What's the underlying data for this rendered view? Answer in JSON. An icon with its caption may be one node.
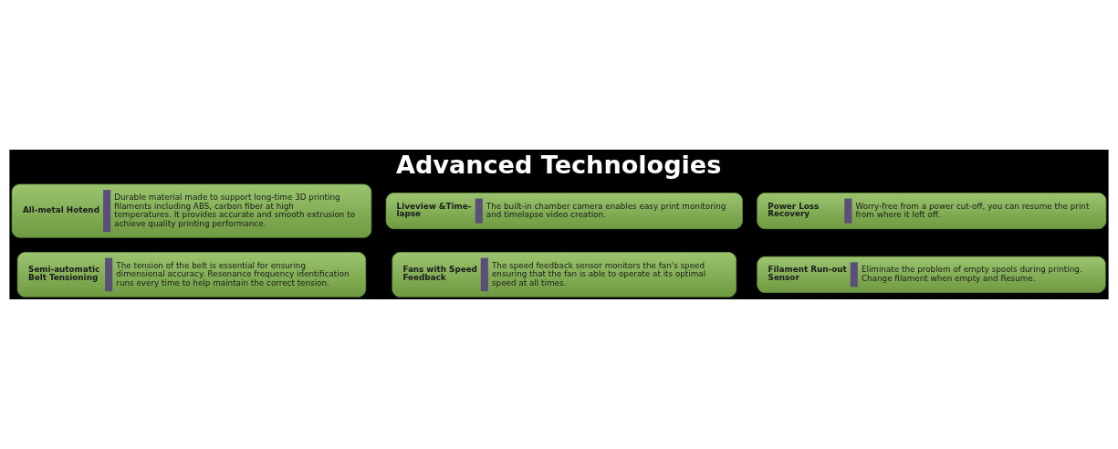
{
  "diagram": {
    "title": "Advanced Technologies",
    "nodes": [
      {
        "text": [
          "All-metal Hotend",
          "Durable material made to support long-time 3D printing filaments including ABS, carbon fiber at high temperatures. It provides accurate and smooth extrusion to achieve quality printing performance."
        ]
      },
      {
        "text": [
          "Filament Run-out Sensor",
          "Eliminate the problem of empty spools during printing. Change filament when empty and Resume."
        ]
      },
      {
        "text": [
          "Power Loss Recovery",
          "Worry-free from a power cut-off, you can resume the print from where it left off."
        ]
      },
      {
        "text": [
          "Semi-automatic Belt Tensioning",
          "The tension of the belt is essential for ensuring dimensional accuracy. Resonance frequency identification runs every time to help maintain the correct tension."
        ]
      },
      {
        "text": [
          "Fans with Speed Feedback",
          "The speed feedback sensor monitors the fan's speed ensuring that the fan is able to operate at its optimal speed at all times."
        ]
      },
      {
        "text": [
          "Liveview &Time-lapse",
          "The built-in chamber camera enables easy print monitoring and timelapse video creation."
        ]
      }
    ]
  }
}
